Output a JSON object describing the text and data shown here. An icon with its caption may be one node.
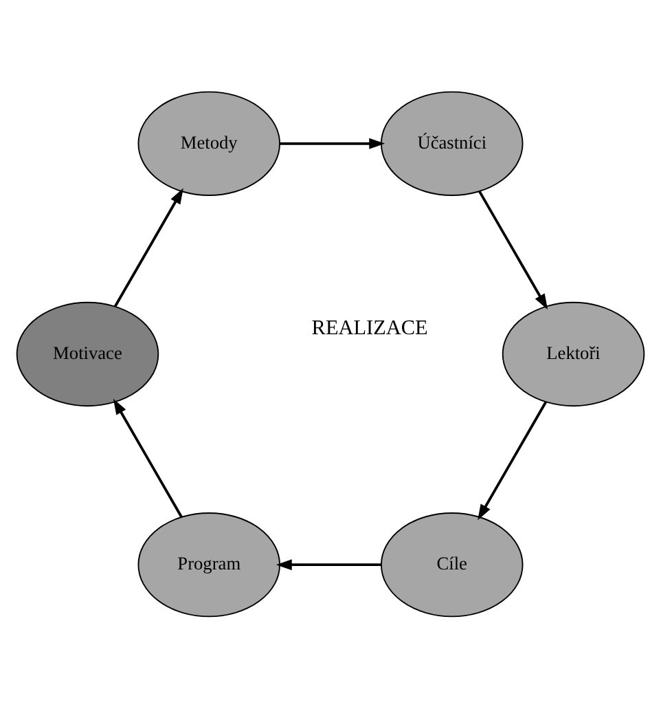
{
  "diagram": {
    "nodes": [
      {
        "text": [
          "Cíle"
        ]
      },
      {
        "text": [
          "Program"
        ]
      },
      {
        "text": [
          "Motivace"
        ]
      },
      {
        "text": [
          "Metody"
        ]
      },
      {
        "text": [
          "Účastníci"
        ]
      },
      {
        "text": [
          "Lektoři"
        ]
      }
    ],
    "edges": [
      {
        "from": 0,
        "to": 1,
        "arrow": "to"
      },
      {
        "from": 1,
        "to": 2,
        "arrow": "to"
      },
      {
        "from": 2,
        "to": 3,
        "arrow": "to"
      },
      {
        "from": 3,
        "to": 4,
        "arrow": "to"
      },
      {
        "from": 4,
        "to": 5,
        "arrow": "to"
      },
      {
        "from": 5,
        "to": 0,
        "arrow": "to"
      }
    ],
    "labels": [
      "REALIZACE"
    ]
  }
}
